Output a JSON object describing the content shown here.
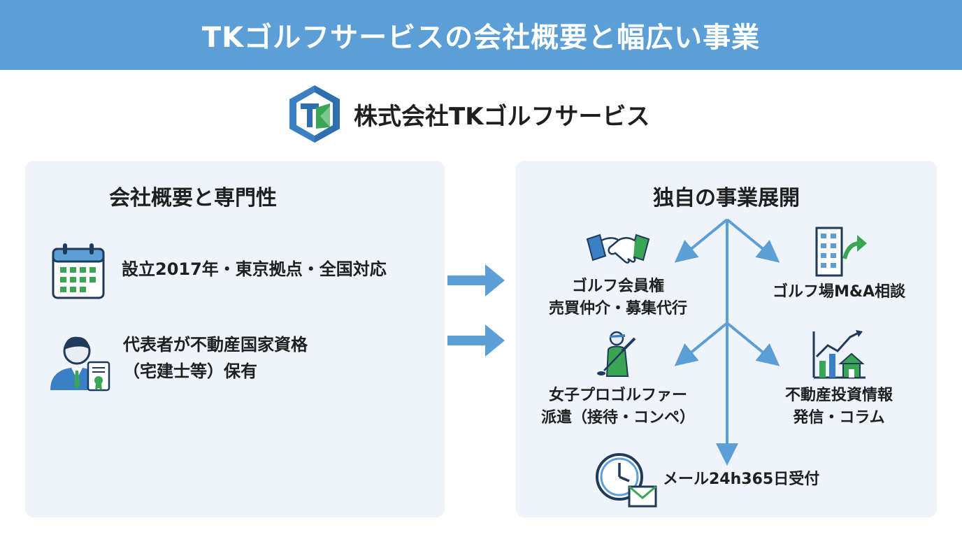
{
  "banner": {
    "title": "TKゴルフサービスの会社概要と幅広い事業"
  },
  "brand": {
    "name": "株式会社TKゴルフサービス",
    "logo_letters": "TK"
  },
  "colors": {
    "banner_blue": "#5b9fd6",
    "panel_bg": "#eef4fa",
    "accent_green": "#3aa655",
    "icon_navy": "#1f3a5a",
    "arrow_blue": "#5b9fd6"
  },
  "left_panel": {
    "heading": "会社概要と専門性",
    "items": [
      {
        "icon": "calendar-icon",
        "line1": "設立2017年・東京拠点・全国対応",
        "line2": ""
      },
      {
        "icon": "representative-certificate-icon",
        "line1": "代表者が不動産国家資格",
        "line2": "（宅建士等）保有"
      }
    ]
  },
  "right_panel": {
    "heading": "独自の事業展開",
    "nodes": [
      {
        "icon": "handshake-icon",
        "line1": "ゴルフ会員権",
        "line2": "売買仲介・募集代行"
      },
      {
        "icon": "building-arrow-icon",
        "line1": "ゴルフ場M&A相談",
        "line2": ""
      },
      {
        "icon": "female-golfer-icon",
        "line1": "女子プロゴルファー",
        "line2": "派遣（接待・コンペ）"
      },
      {
        "icon": "chart-house-icon",
        "line1": "不動産投資情報",
        "line2": "発信・コラム"
      },
      {
        "icon": "clock-mail-icon",
        "line1": "メール24h365日受付",
        "line2": ""
      }
    ]
  }
}
